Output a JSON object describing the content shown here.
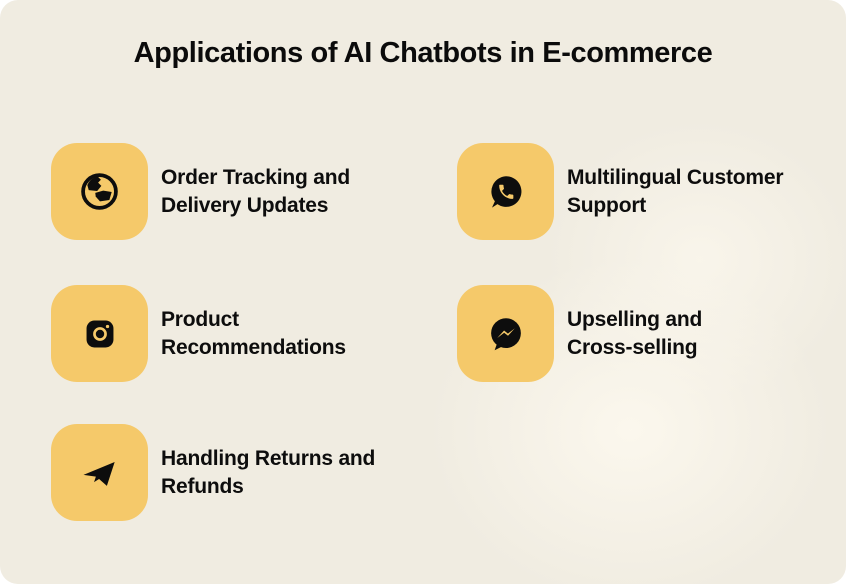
{
  "title": "Applications of AI Chatbots in E-commerce",
  "colors": {
    "page_background": "#ffffff",
    "canvas_background": "#f0ece1",
    "tile_yellow": "#f5c96a",
    "text_black": "#0d0d0d"
  },
  "items": [
    {
      "id": "order-tracking",
      "icon": "globe-icon",
      "label": "Order Tracking and\nDelivery Updates"
    },
    {
      "id": "multilingual-support",
      "icon": "whatsapp-chat-icon",
      "label": "Multilingual Customer\nSupport"
    },
    {
      "id": "product-recommendations",
      "icon": "instagram-camera-icon",
      "label": "Product\nRecommendations"
    },
    {
      "id": "upselling-cross-selling",
      "icon": "messenger-icon",
      "label": "Upselling and\nCross-selling"
    },
    {
      "id": "returns-refunds",
      "icon": "paper-plane-icon",
      "label": "Handling Returns and\nRefunds"
    }
  ]
}
